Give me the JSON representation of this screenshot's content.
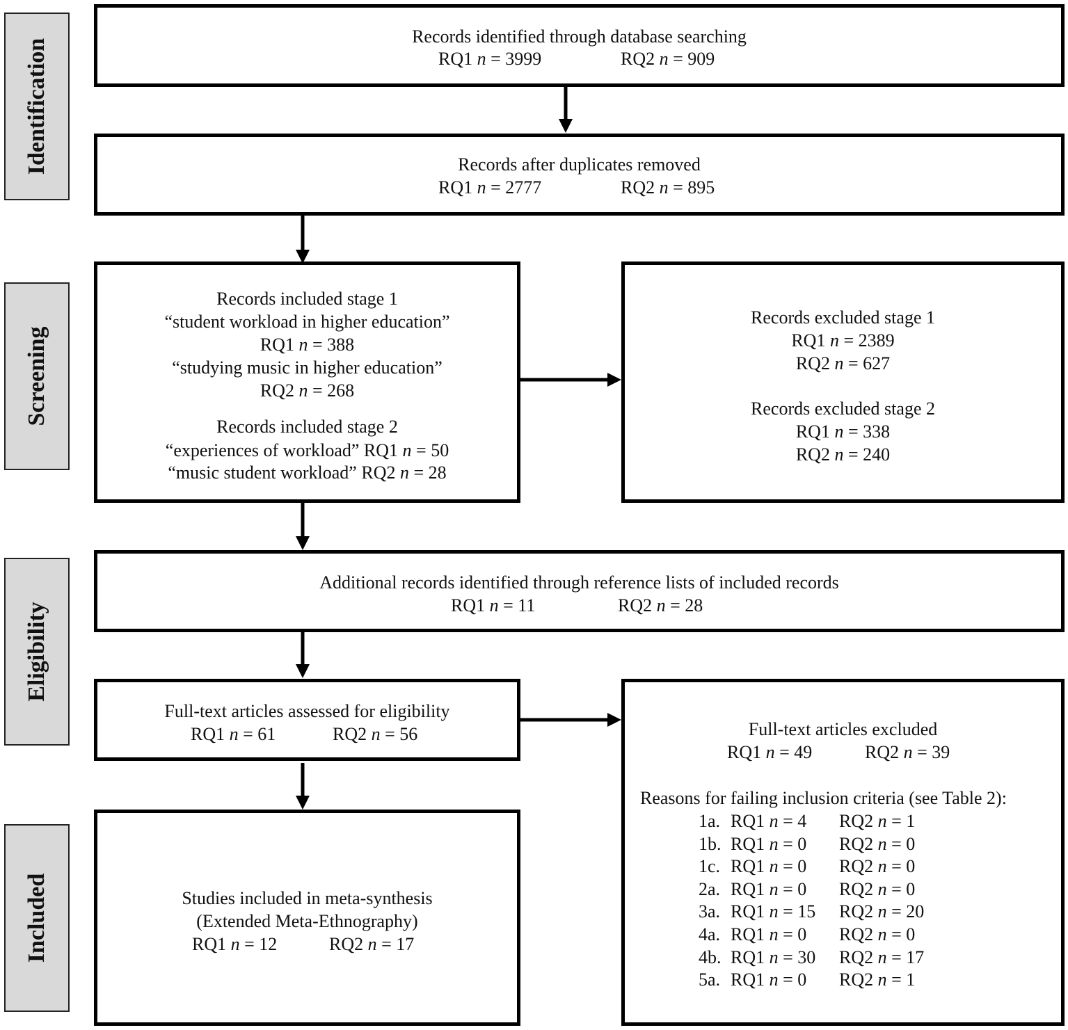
{
  "phases": [
    "Identification",
    "Screening",
    "Eligibility",
    "Included"
  ],
  "identified": {
    "title": "Records identified through database searching",
    "rq1": "RQ1",
    "rq1_n": "= 3999",
    "rq2": "RQ2",
    "rq2_n": "= 909"
  },
  "duplicates": {
    "title": "Records after duplicates removed",
    "rq1": "RQ1",
    "rq1_n": "= 2777",
    "rq2": "RQ2",
    "rq2_n": "= 895"
  },
  "screen_included": {
    "stage1_title": "Records included stage 1",
    "stage1_q1": "“student workload in higher education”",
    "stage1_rq1": "RQ1",
    "stage1_rq1_n": "= 388",
    "stage1_q2": "“studying music in higher education”",
    "stage1_rq2": "RQ2",
    "stage1_rq2_n": "= 268",
    "stage2_title": "Records included stage 2",
    "stage2_l1_pre": "“experiences of workload” RQ1",
    "stage2_l1_n": "= 50",
    "stage2_l2_pre": "“music student workload” RQ2",
    "stage2_l2_n": "= 28"
  },
  "screen_excluded": {
    "stage1_title": "Records excluded stage 1",
    "s1_rq1": "RQ1",
    "s1_rq1_n": "= 2389",
    "s1_rq2": "RQ2",
    "s1_rq2_n": "= 627",
    "stage2_title": "Records excluded stage 2",
    "s2_rq1": "RQ1",
    "s2_rq1_n": "= 338",
    "s2_rq2": "RQ2",
    "s2_rq2_n": "= 240"
  },
  "additional": {
    "title": "Additional records identified through reference lists of included records",
    "rq1": "RQ1",
    "rq1_n": "= 11",
    "rq2": "RQ2",
    "rq2_n": "= 28"
  },
  "fulltext": {
    "title": "Full-text articles assessed for eligibility",
    "rq1": "RQ1",
    "rq1_n": "= 61",
    "rq2": "RQ2",
    "rq2_n": "= 56"
  },
  "fulltext_excluded": {
    "title": "Full-text articles excluded",
    "rq1": "RQ1",
    "rq1_n": "= 49",
    "rq2": "RQ2",
    "rq2_n": "= 39",
    "reasons_title": "Reasons for failing inclusion criteria (see Table 2):",
    "reasons": [
      {
        "code": "1a.",
        "rq1_n": "= 4",
        "rq2_n": "= 1"
      },
      {
        "code": "1b.",
        "rq1_n": "= 0",
        "rq2_n": "= 0"
      },
      {
        "code": "1c.",
        "rq1_n": "= 0",
        "rq2_n": "= 0"
      },
      {
        "code": "2a.",
        "rq1_n": "= 0",
        "rq2_n": "= 0"
      },
      {
        "code": "3a.",
        "rq1_n": "= 15",
        "rq2_n": "= 20"
      },
      {
        "code": "4a.",
        "rq1_n": "= 0",
        "rq2_n": "= 0"
      },
      {
        "code": "4b.",
        "rq1_n": "= 30",
        "rq2_n": "= 17"
      },
      {
        "code": "5a.",
        "rq1_n": "= 0",
        "rq2_n": "= 1"
      }
    ],
    "rq_label_1": "RQ1",
    "rq_label_2": "RQ2"
  },
  "included": {
    "title": "Studies included in meta-synthesis",
    "subtitle": "(Extended Meta-Ethnography)",
    "rq1": "RQ1",
    "rq1_n": "= 12",
    "rq2": "RQ2",
    "rq2_n": "= 17"
  },
  "n_symbol": "n"
}
